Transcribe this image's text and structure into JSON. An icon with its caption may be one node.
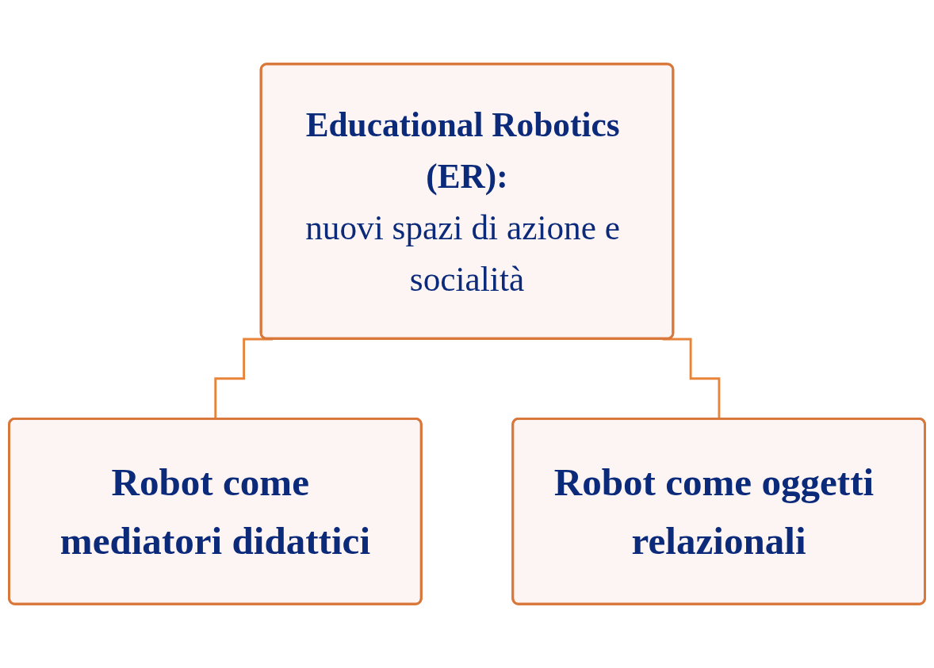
{
  "diagram": {
    "nodes": [
      {
        "text": [
          "Educational Robotics (ER):",
          "nuovi spazi di azione e socialità"
        ]
      },
      {
        "text": [
          "Robot come mediatori didattici"
        ]
      },
      {
        "text": [
          "Robot come oggetti relazionali"
        ]
      }
    ],
    "edges": [
      {
        "from": 0,
        "to": 1,
        "arrow": "none"
      },
      {
        "from": 0,
        "to": 2,
        "arrow": "none"
      }
    ]
  }
}
